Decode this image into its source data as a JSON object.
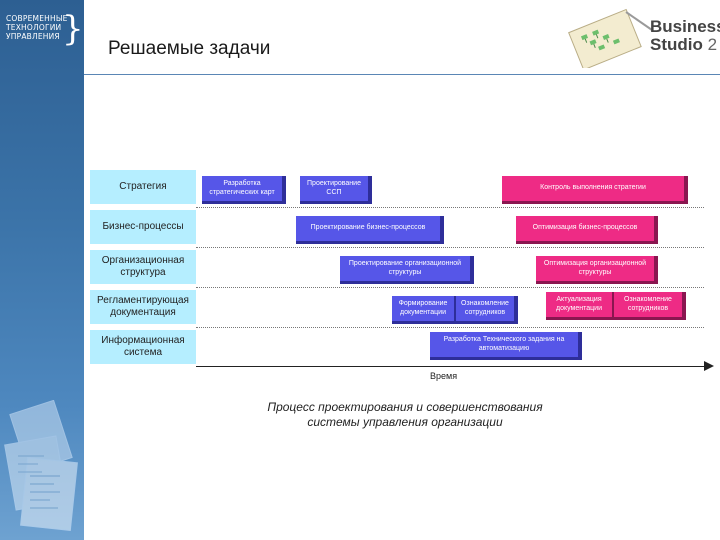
{
  "sidebar": {
    "logo_lines": [
      "СОВРЕМЕННЫЕ",
      "ТЕХНОЛОГИИ",
      "УПРАВЛЕНИЯ"
    ]
  },
  "header": {
    "title": "Решаемые задачи",
    "brand_line1": "Business",
    "brand_line2": "Studio",
    "brand_version": "2"
  },
  "diagram": {
    "rows": [
      "Стратегия",
      "Бизнес-процессы",
      "Организационная структура",
      "Регламентирующая документация",
      "Информационная система"
    ],
    "bars": [
      {
        "row": 0,
        "text": "Разработка стратегических карт",
        "color": "blue"
      },
      {
        "row": 0,
        "text": "Проектирование ССП",
        "color": "blue"
      },
      {
        "row": 0,
        "text": "Контроль выполнения стратегии",
        "color": "pink"
      },
      {
        "row": 1,
        "text": "Проектирование бизнес-процессов",
        "color": "blue"
      },
      {
        "row": 1,
        "text": "Оптимизация бизнес-процессов",
        "color": "pink"
      },
      {
        "row": 2,
        "text": "Проектирование организационной структуры",
        "color": "blue"
      },
      {
        "row": 2,
        "text": "Оптимизация организационной структуры",
        "color": "pink"
      },
      {
        "row": 3,
        "text": "Формирование документации",
        "color": "blue"
      },
      {
        "row": 3,
        "text": "Ознакомление сотрудников",
        "color": "blue"
      },
      {
        "row": 3,
        "text": "Актуализация документации",
        "color": "pink"
      },
      {
        "row": 3,
        "text": "Ознакомление сотрудников",
        "color": "pink"
      },
      {
        "row": 4,
        "text": "Разработка Технического задания на автоматизацию",
        "color": "blue"
      }
    ],
    "axis_label": "Время"
  },
  "caption": {
    "line1": "Процесс проектирования и совершенствования",
    "line2": "системы управления организации"
  },
  "colors": {
    "sidebar": "#3b73a8",
    "row_label_bg": "#b5eeff",
    "bar_blue": "#5656e8",
    "bar_pink": "#ee2b85"
  }
}
